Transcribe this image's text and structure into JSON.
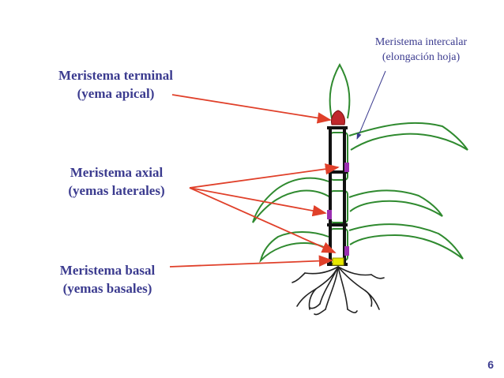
{
  "labels": {
    "terminal": {
      "line1": "Meristema terminal",
      "line2": "(yema apical)"
    },
    "axial": {
      "line1": "Meristema axial",
      "line2": "(yemas laterales)"
    },
    "basal": {
      "line1": "Meristema basal",
      "line2": "(yemas basales)"
    },
    "intercalar": {
      "line1": "Meristema intercalar",
      "line2": "(elongación hoja)"
    }
  },
  "page_number": "6",
  "colors": {
    "label_text": "#3b3b8f",
    "arrow": "#e0402a",
    "leaf": "#2f8a2f",
    "stem": "#111111",
    "lateral_bud": "#9a2fb0",
    "basal_bud": "#e8e800",
    "apical_bud": "#c0282d"
  }
}
